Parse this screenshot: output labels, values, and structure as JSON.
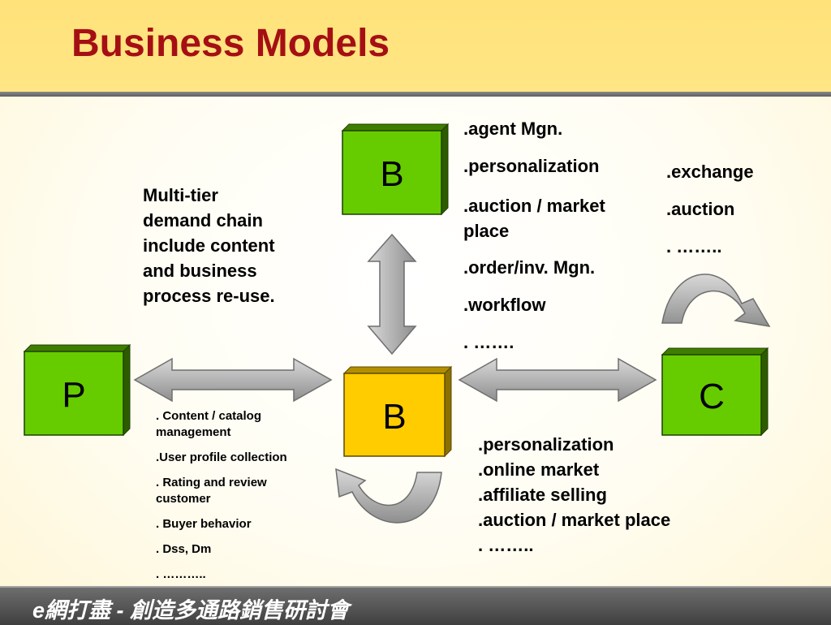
{
  "header": {
    "title": "Business Models"
  },
  "diagram": {
    "nodes": {
      "b_top": {
        "label": "B",
        "color": "#66cc00"
      },
      "b_center": {
        "label": "B",
        "color": "#ffcc00"
      },
      "p": {
        "label": "P",
        "color": "#66cc00"
      },
      "c": {
        "label": "C",
        "color": "#66cc00"
      }
    },
    "demand_chain_text": [
      "Multi-tier",
      "demand chain",
      "include content",
      "and business",
      "process re-use."
    ],
    "b2b_features": [
      ".agent Mgn.",
      ".personalization",
      ".auction / market place",
      ".order/inv. Mgn.",
      ".workflow",
      ". ……."
    ],
    "c2c_features": [
      ".exchange",
      ".auction",
      ". …….."
    ],
    "p2b_features": [
      ". Content / catalog management",
      ".User profile collection",
      ". Rating and review customer",
      ". Buyer behavior",
      ". Dss, Dm",
      ". ……….."
    ],
    "b2c_features": [
      ".personalization",
      ".online market",
      ".affiliate selling",
      ".auction / market place",
      ". …….."
    ]
  },
  "footer": {
    "text": "e網打盡 - 創造多通路銷售研討會"
  }
}
